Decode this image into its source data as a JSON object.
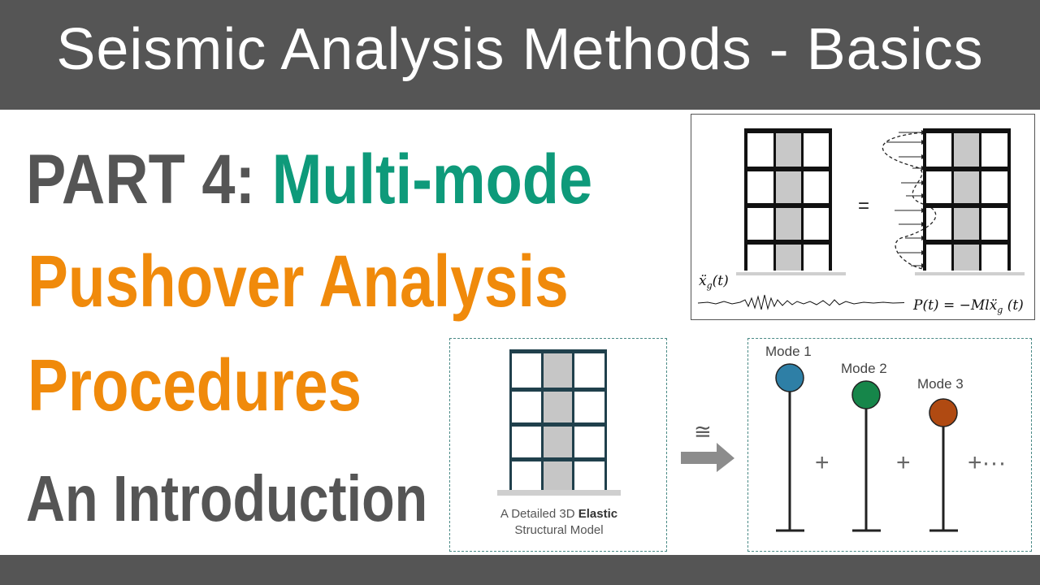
{
  "header": {
    "title": "Seismic Analysis Methods - Basics"
  },
  "headline": {
    "part": "PART 4: ",
    "multi": "Multi-mode",
    "line2": "Pushover Analysis",
    "line3": "Procedures",
    "line4": "An Introduction"
  },
  "figure_top": {
    "equals": "=",
    "ground_motion_label": "ẍ",
    "ground_motion_sub": "g",
    "ground_motion_tail": "(t)",
    "force_formula": "P(t) = −Mlẍ",
    "force_sub": "g",
    "force_tail": " (t)"
  },
  "figure_model": {
    "caption_pre": "A Detailed  3D ",
    "caption_bold": "Elastic",
    "caption_line2": "Structural Model"
  },
  "figure_arrow": {
    "symbol": "≅"
  },
  "figure_modes": {
    "modes": [
      {
        "label": "Mode 1",
        "color": "#2e7fa6"
      },
      {
        "label": "Mode 2",
        "color": "#16864a"
      },
      {
        "label": "Mode 3",
        "color": "#b04a12"
      }
    ],
    "plus": "+",
    "plus_more": "+···"
  },
  "colors": {
    "bar": "#555555",
    "green": "#0e9a7a",
    "orange": "#f08a0b",
    "gray_text": "#555555"
  }
}
